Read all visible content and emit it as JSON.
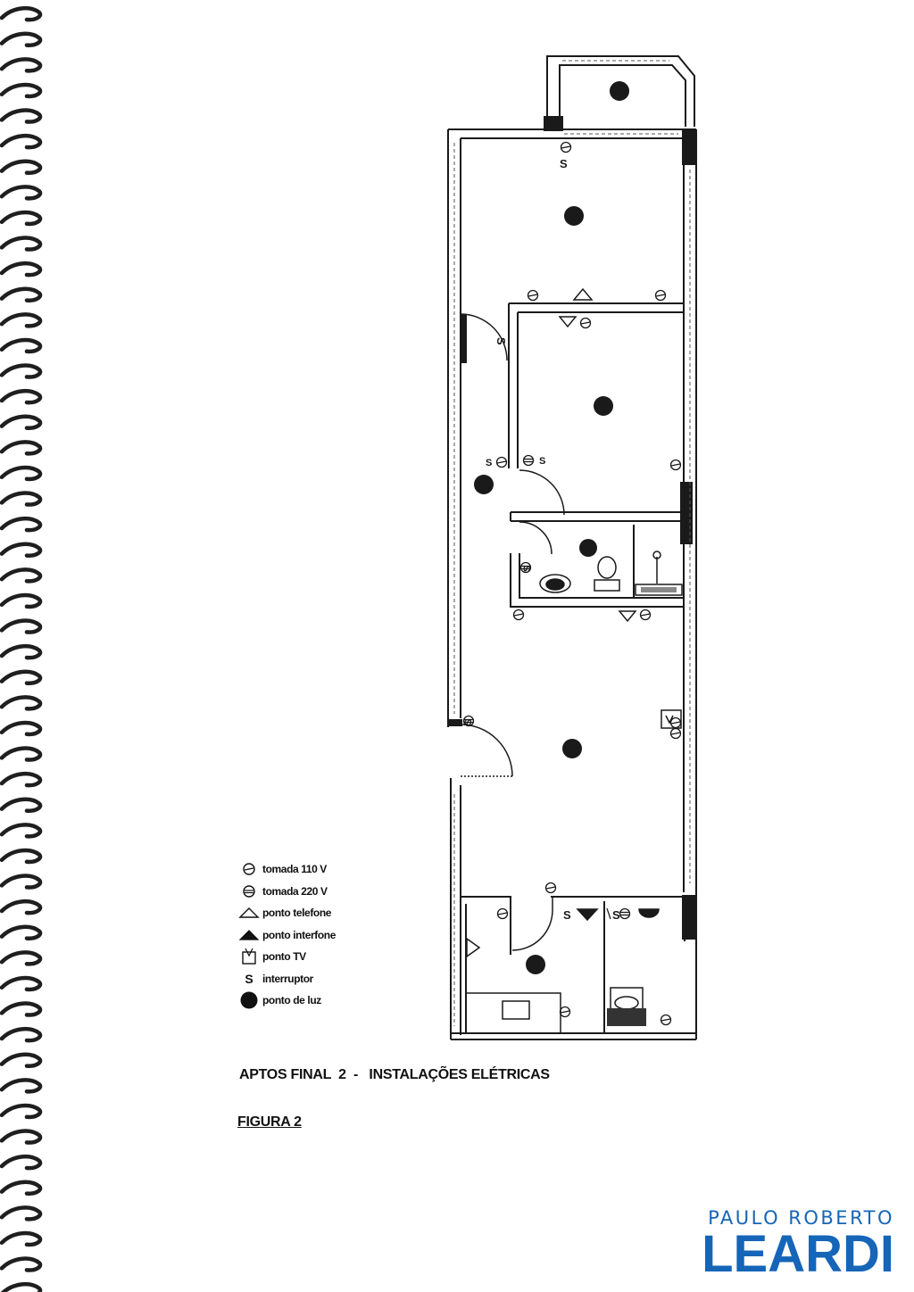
{
  "legend": [
    {
      "icon": "outlet-110v-icon",
      "label": "tomada 110 V"
    },
    {
      "icon": "outlet-220v-icon",
      "label": "tomada 220 V"
    },
    {
      "icon": "phone-point-icon",
      "label": "ponto telefone"
    },
    {
      "icon": "intercom-point-icon",
      "label": "ponto interfone"
    },
    {
      "icon": "tv-point-icon",
      "label": "ponto TV"
    },
    {
      "icon": "switch-icon",
      "label": "interruptor",
      "symbol": "S"
    },
    {
      "icon": "light-point-icon",
      "label": "ponto de luz"
    }
  ],
  "switch_letter": "S",
  "caption": "APTOS FINAL  2  -   INSTALAÇÕES ELÉTRICAS",
  "figure_label": "FIGURA 2",
  "brand": {
    "line1": "PAULO ROBERTO",
    "line2": "LEARDI",
    "color": "#1565b8"
  },
  "colors": {
    "ink": "#1a1a1a",
    "paper": "#ffffff",
    "brand": "#1565b8"
  }
}
